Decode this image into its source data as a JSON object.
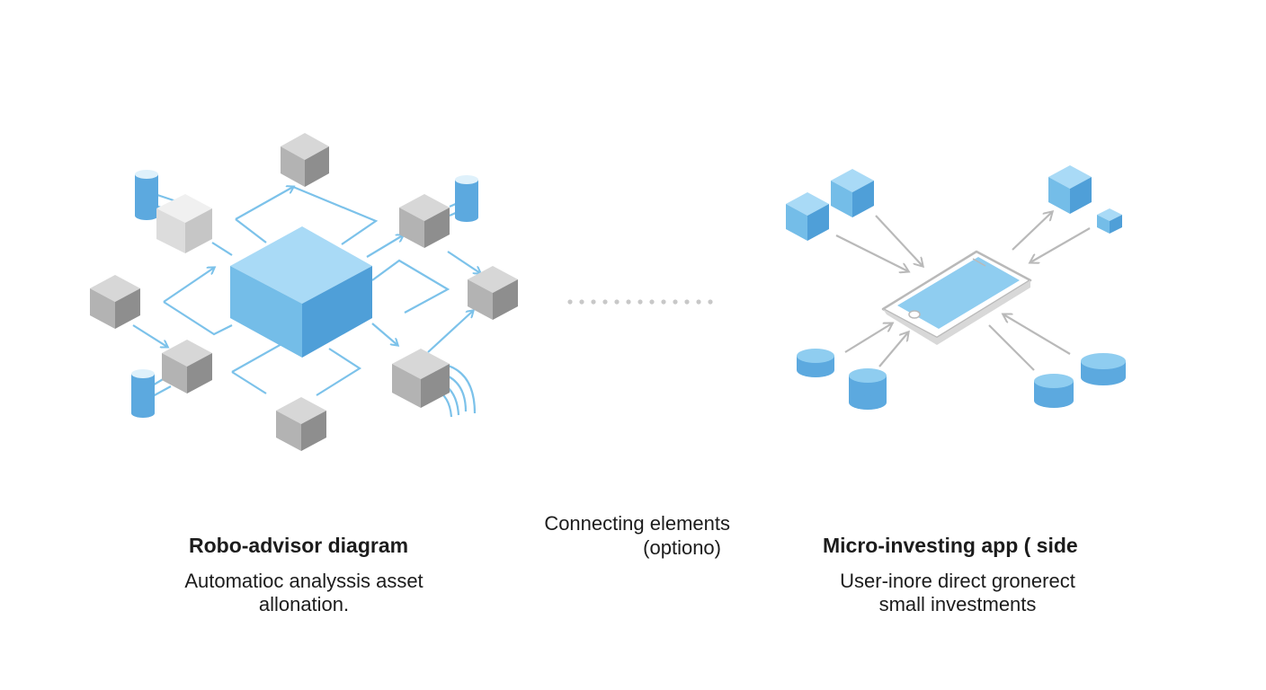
{
  "colors": {
    "blue_top": "#a9daf6",
    "blue_left": "#74bde8",
    "blue_right": "#4f9fd8",
    "gray_top": "#d7d7d7",
    "gray_left": "#b3b3b3",
    "gray_right": "#8e8e8e",
    "arrow_blue": "#7cc2ea",
    "arrow_gray": "#b9b9b9",
    "dots": "#c8c8c8"
  },
  "robo": {
    "title": "Robo-advisor diagram",
    "desc_line1": "Automatioc analyssis asset",
    "desc_line2": "allonation."
  },
  "connector": {
    "line1": "Connecting elements",
    "line2": "(optiono)"
  },
  "micro": {
    "title": "Micro-investing app ( side",
    "desc_line1": "User-inore direct gronerect",
    "desc_line2": "small investments"
  }
}
